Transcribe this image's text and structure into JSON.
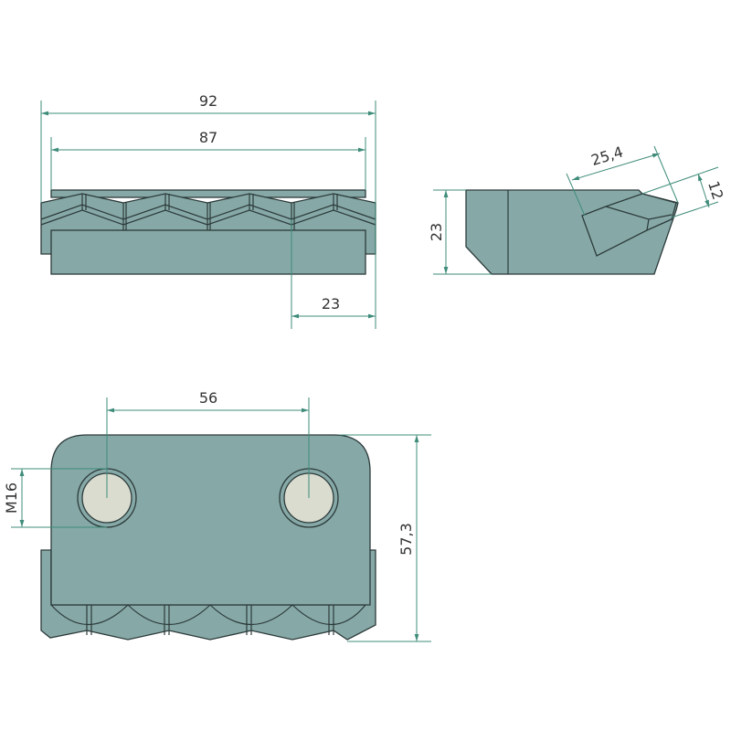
{
  "dimensions": {
    "top_view": {
      "overall_length": "92",
      "inner_length": "87",
      "offset": "23"
    },
    "side_view": {
      "height": "23",
      "insert_length": "25,4",
      "insert_width": "12"
    },
    "bottom_view": {
      "hole_spacing": "56",
      "thread": "M16",
      "depth": "57,3"
    }
  },
  "colors": {
    "part_fill": "#86a9a7",
    "dimension_line": "#3f8c7a",
    "outline": "#2c3a3a"
  }
}
